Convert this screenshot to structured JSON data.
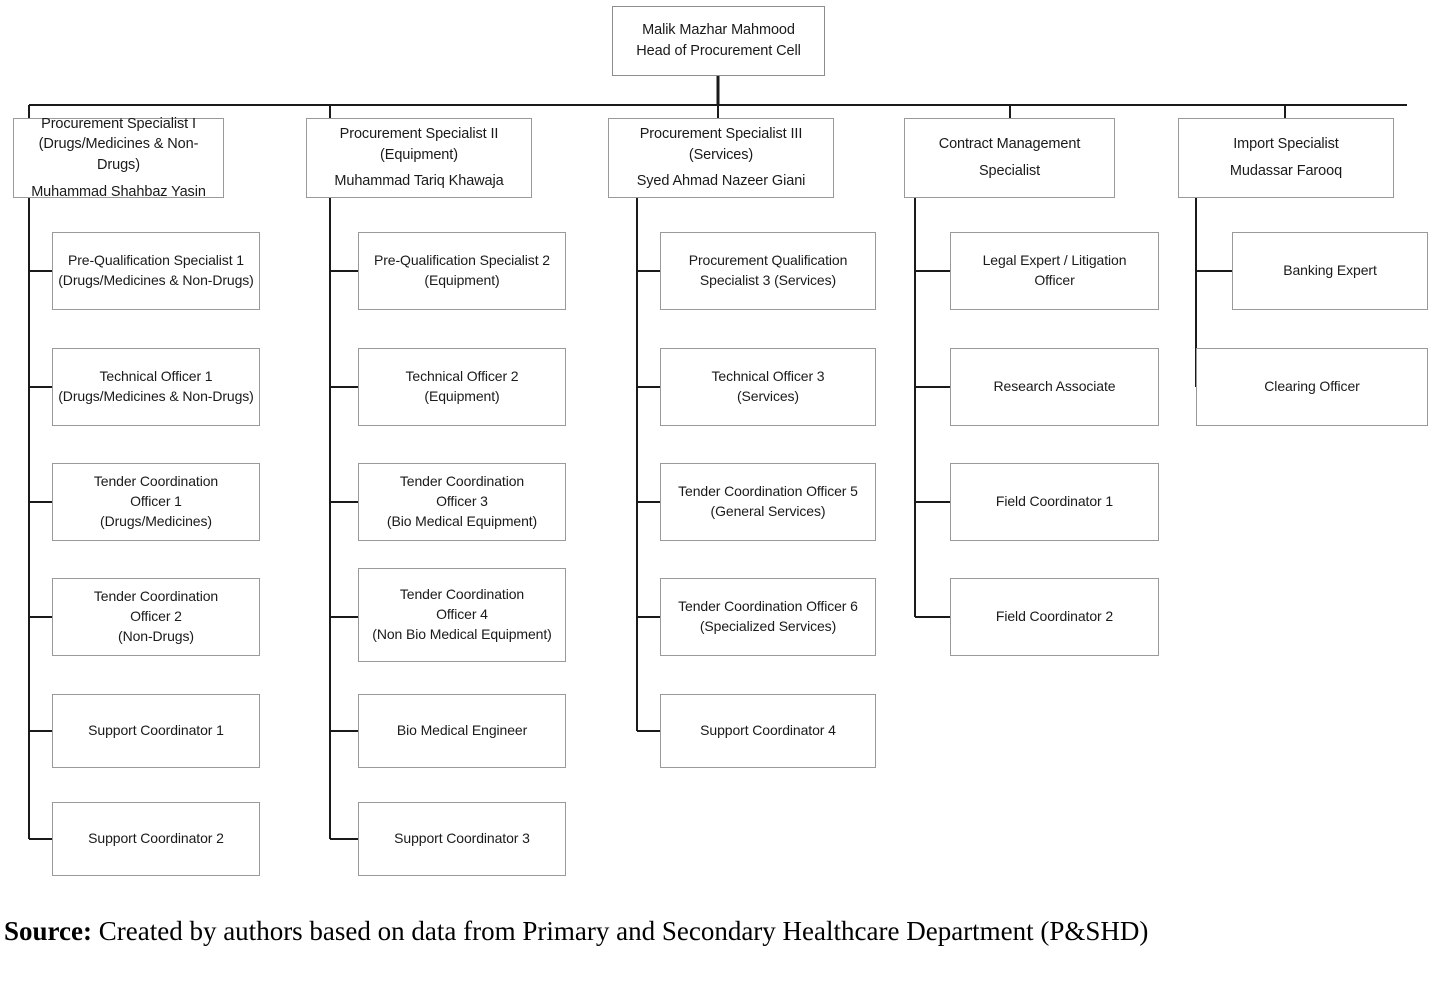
{
  "figure": {
    "type": "organizational-chart",
    "title_present": false,
    "source_label": "Source:",
    "source_text": " Created by authors based on data from Primary and Secondary Healthcare Department (P&SHD)",
    "colors": {
      "box_border": "#9a9a9a",
      "connector": "#1a1a1a",
      "background": "#ffffff",
      "text": "#1a1a1a"
    }
  },
  "root": {
    "title": "Malik Mazhar Mahmood",
    "role": "Head of Procurement Cell"
  },
  "columns": [
    {
      "manager": {
        "title": "Procurement Specialist I",
        "scope": "(Drugs/Medicines & Non-Drugs)",
        "name": "Muhammad Shahbaz Yasin"
      },
      "children": [
        {
          "label": "Pre-Qualification Specialist 1 (Drugs/Medicines & Non-Drugs)"
        },
        {
          "label": "Technical Officer 1 (Drugs/Medicines & Non-Drugs)"
        },
        {
          "line1": "Tender Coordination",
          "line2": "Officer 1",
          "line3": "(Drugs/Medicines)"
        },
        {
          "line1": "Tender Coordination",
          "line2": "Officer 2",
          "line3": "(Non-Drugs)"
        },
        {
          "label": "Support Coordinator 1"
        },
        {
          "label": "Support Coordinator 2"
        }
      ]
    },
    {
      "manager": {
        "title": "Procurement Specialist II",
        "scope": "(Equipment)",
        "name": "Muhammad Tariq Khawaja"
      },
      "children": [
        {
          "label": "Pre-Qualification Specialist 2 (Equipment)"
        },
        {
          "line1": "Technical Officer 2",
          "line2": "(Equipment)"
        },
        {
          "line1": "Tender Coordination",
          "line2": "Officer 3",
          "line3": "(Bio Medical Equipment)"
        },
        {
          "line1": "Tender Coordination",
          "line2": "Officer 4",
          "line3": "(Non Bio Medical Equipment)"
        },
        {
          "label": "Bio Medical Engineer"
        },
        {
          "label": "Support Coordinator 3"
        }
      ]
    },
    {
      "manager": {
        "title": "Procurement Specialist III",
        "scope": "(Services)",
        "name": "Syed Ahmad Nazeer Giani"
      },
      "children": [
        {
          "label": "Procurement Qualification Specialist 3 (Services)"
        },
        {
          "line1": "Technical Officer 3",
          "line2": "(Services)"
        },
        {
          "label": "Tender Coordination Officer 5 (General Services)"
        },
        {
          "label": "Tender Coordination Officer 6 (Specialized Services)"
        },
        {
          "label": "Support Coordinator 4"
        }
      ]
    },
    {
      "manager": {
        "title": "Contract Management",
        "scope": "Specialist",
        "name": ""
      },
      "children": [
        {
          "line1": "Legal Expert / Litigation",
          "line2": "Officer"
        },
        {
          "label": "Research Associate"
        },
        {
          "label": "Field Coordinator 1"
        },
        {
          "label": "Field Coordinator 2"
        }
      ]
    },
    {
      "manager": {
        "title": "Import Specialist",
        "scope": "Mudassar Farooq",
        "name": ""
      },
      "children": [
        {
          "label": "Banking Expert"
        },
        {
          "label": "Clearing Officer"
        }
      ]
    }
  ]
}
